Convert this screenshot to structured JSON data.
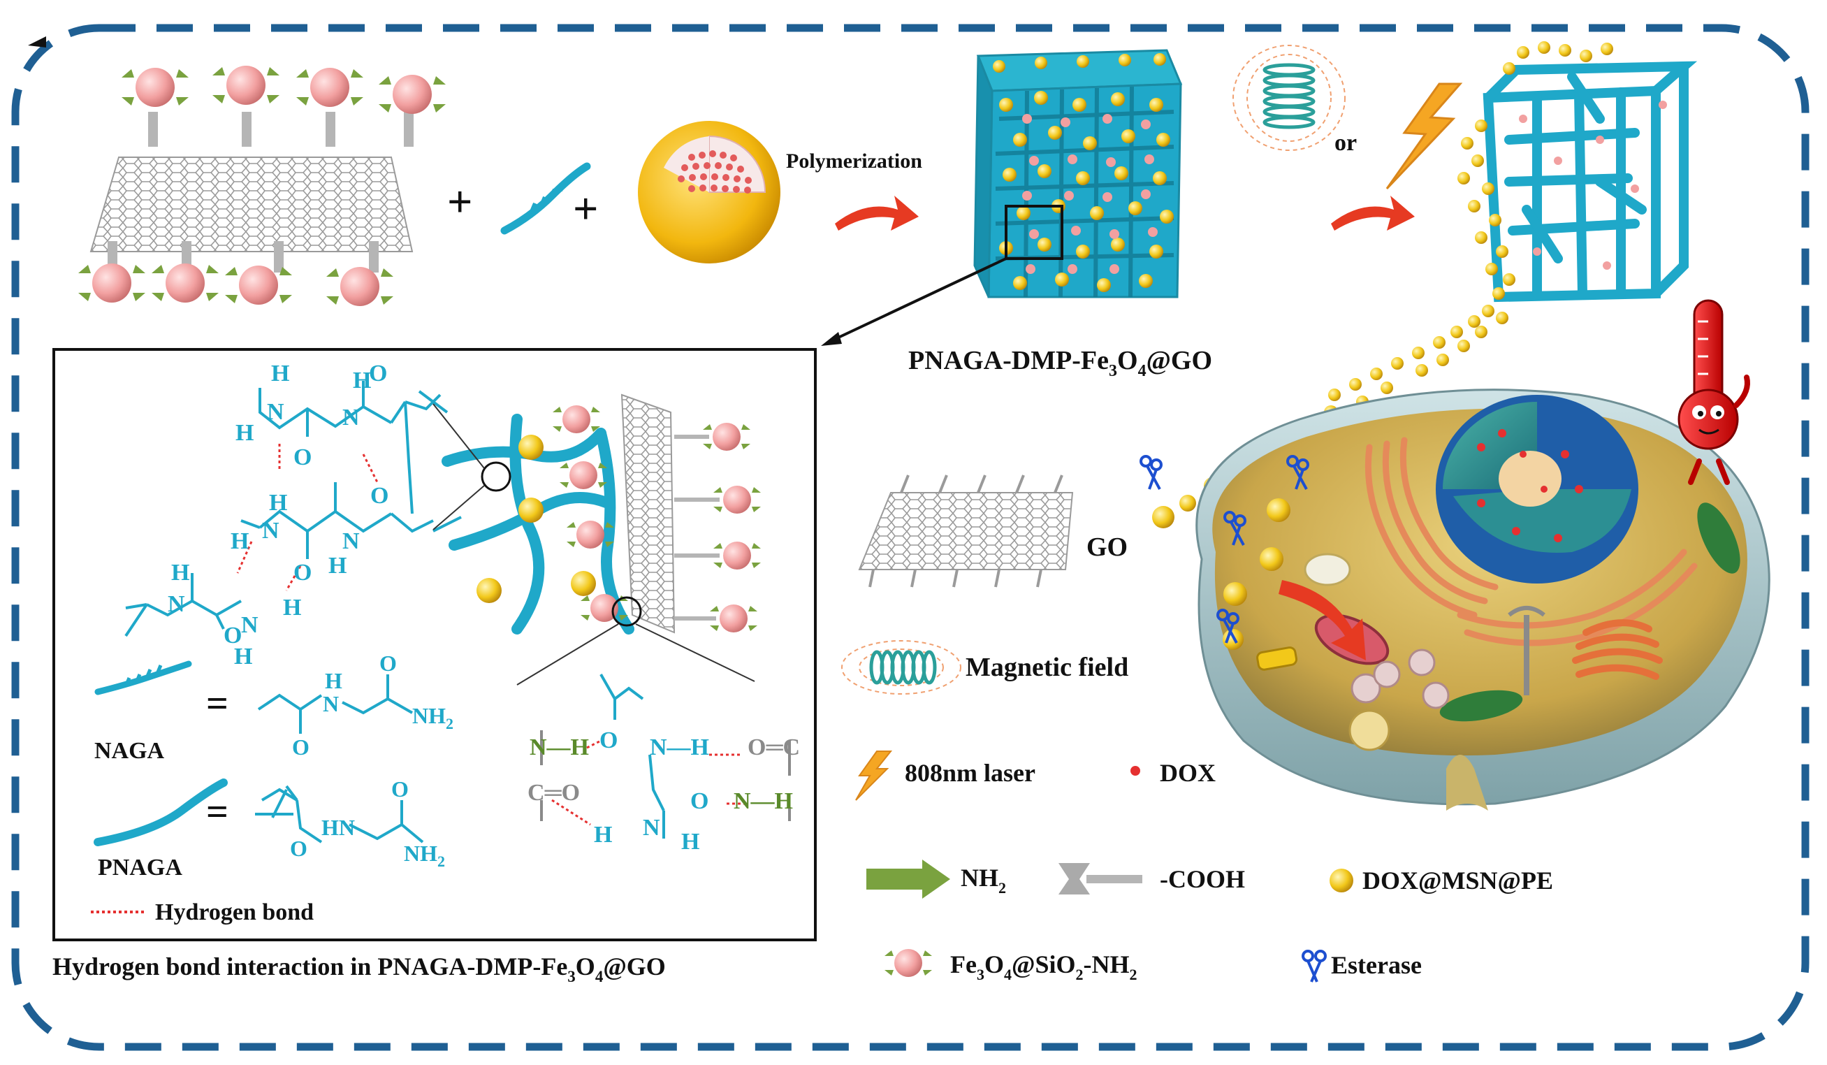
{
  "colors": {
    "frame": "#1f5f93",
    "polymer": "#1fa8c9",
    "nanoparticle_gold": "#f2c81a",
    "fe3o4_pink": "#f2a0a0",
    "nh2_green": "#7aa23f",
    "arrow_red": "#e63a22",
    "laser_orange": "#f5a623",
    "hydrogen_bond": "#e53030",
    "graphene": "#8c8c8c"
  },
  "top_row": {
    "plus_1": "+",
    "plus_2": "+",
    "polymerization_label": "Polymerization",
    "or_label": "or"
  },
  "hydrogel_label": {
    "prefix": "PNAGA-DMP-Fe",
    "sub1": "3",
    "mid": "O",
    "sub2": "4",
    "suffix": "@GO"
  },
  "inset": {
    "caption": {
      "prefix": "Hydrogen bond interaction in PNAGA-DMP-Fe",
      "sub1": "3",
      "mid": "O",
      "sub2": "4",
      "suffix": "@GO"
    },
    "naga_label": "NAGA",
    "pnaga_label": "PNAGA",
    "equals": "=",
    "hbond_legend": "Hydrogen bond",
    "atoms": {
      "H": "H",
      "N": "N",
      "O": "O",
      "NH": "N—H",
      "OC": "O═C",
      "CO": "C═O",
      "NH2": "NH",
      "two": "2",
      "HN": "HN"
    }
  },
  "legend": {
    "go": "GO",
    "magnetic_field": "Magnetic field",
    "laser": "808nm laser",
    "dox": "DOX",
    "nh2": "NH",
    "nh2_sub": "2",
    "cooh": "-COOH",
    "dox_msn": "DOX@MSN@PE",
    "fe3o4": {
      "p1": "Fe",
      "s1": "3",
      "p2": "O",
      "s2": "4",
      "p3": "@SiO",
      "s3": "2",
      "p4": "-NH",
      "s4": "2"
    },
    "esterase": "Esterase"
  }
}
